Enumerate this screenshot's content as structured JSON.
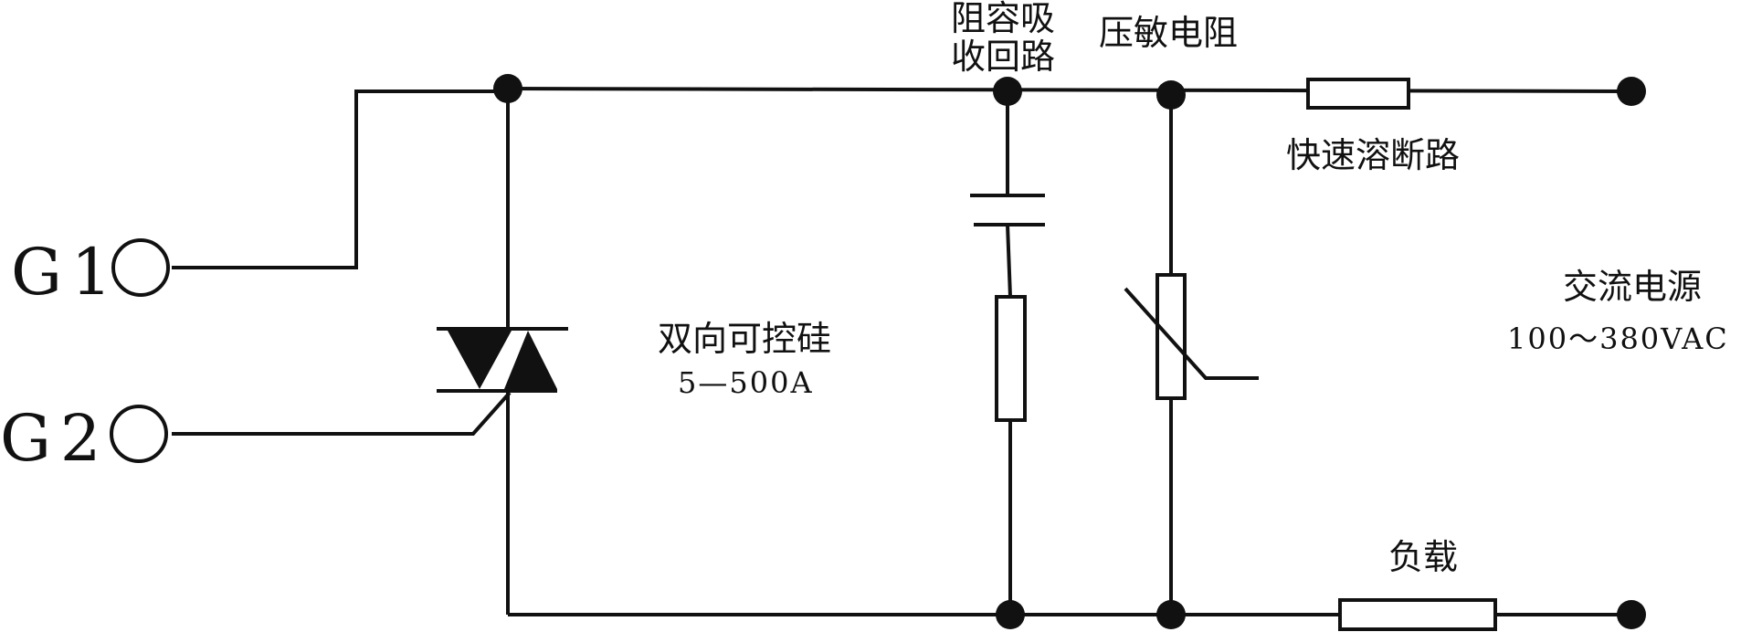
{
  "terminals": {
    "g1": "G1",
    "g2": "G2"
  },
  "labels": {
    "snubber_line1": "阻容吸",
    "snubber_line2": "收回路",
    "varistor": "压敏电阻",
    "fuse": "快速溶断路",
    "triac": "双向可控硅",
    "triac_rating": "5—500A",
    "ac_source": "交流电源",
    "ac_rating": "100～380VAC",
    "load": "负载"
  }
}
